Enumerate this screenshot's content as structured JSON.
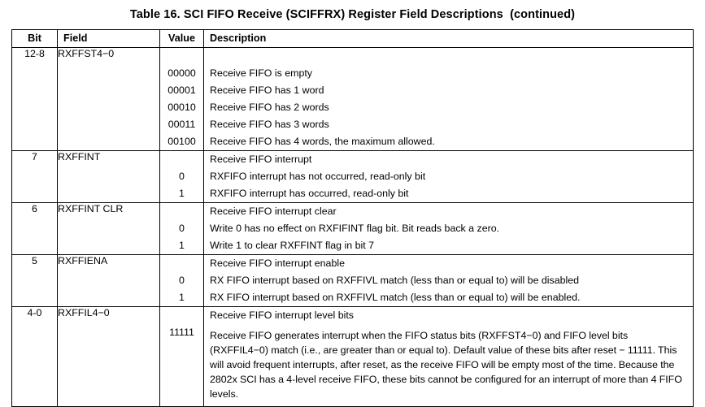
{
  "title": "Table 16. SCI FIFO Receive (SCIFFRX) Register Field Descriptions  (continued)",
  "table": {
    "headers": {
      "bit": "Bit",
      "field": "Field",
      "value": "Value",
      "description": "Description"
    },
    "sections": [
      {
        "bit": "12-8",
        "field": "RXFFST4−0",
        "lead_description": "",
        "rows": [
          {
            "value": "00000",
            "description": "Receive FIFO is empty"
          },
          {
            "value": "00001",
            "description": "Receive FIFO has 1 word"
          },
          {
            "value": "00010",
            "description": "Receive FIFO has 2 words"
          },
          {
            "value": "00011",
            "description": "Receive FIFO has 3 words"
          },
          {
            "value": "00100",
            "description": "Receive FIFO has 4 words, the maximum allowed."
          }
        ]
      },
      {
        "bit": "7",
        "field": "RXFFINT",
        "lead_description": "Receive FIFO interrupt",
        "rows": [
          {
            "value": "0",
            "description": "RXFIFO interrupt has not occurred, read-only bit"
          },
          {
            "value": "1",
            "description": "RXFIFO interrupt has occurred, read-only bit"
          }
        ]
      },
      {
        "bit": "6",
        "field": "RXFFINT CLR",
        "lead_description": "Receive FIFO interrupt clear",
        "rows": [
          {
            "value": "0",
            "description": "Write 0 has no effect on RXFIFINT flag bit. Bit reads back a zero."
          },
          {
            "value": "1",
            "description": "Write 1 to clear RXFFINT flag in bit 7"
          }
        ]
      },
      {
        "bit": "5",
        "field": "RXFFIENA",
        "lead_description": "Receive FIFO interrupt enable",
        "rows": [
          {
            "value": "0",
            "description": "RX FIFO interrupt based on RXFFIVL match (less than or equal to) will be disabled"
          },
          {
            "value": "1",
            "description": "RX FIFO interrupt based on RXFFIVL match (less than or equal to) will be enabled."
          }
        ]
      },
      {
        "bit": "4-0",
        "field": "RXFFIL4−0",
        "lead_description": "Receive FIFO interrupt level bits",
        "rows": [
          {
            "value": "11111",
            "description": "Receive FIFO generates interrupt when the FIFO status bits (RXFFST4−0) and FIFO level bits (RXFFIL4−0) match (i.e., are greater than or equal to). Default value of these bits after reset − 11111. This will avoid frequent interrupts, after reset, as the receive FIFO will be empty most of the time. Because the 2802x SCI has a 4-level receive FIFO, these bits cannot be configured for an interrupt of more than 4 FIFO levels."
          }
        ]
      }
    ]
  }
}
